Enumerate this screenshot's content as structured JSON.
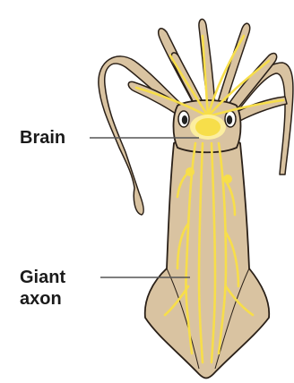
{
  "labels": {
    "brain": "Brain",
    "axon_line1": "Giant",
    "axon_line2": "axon"
  },
  "colors": {
    "body_fill": "#d9c3a1",
    "outline": "#2a2018",
    "nerve": "#f7de4a",
    "nerve_glow": "#fff3a0",
    "leader_line": "#555555",
    "eye": "#222222"
  }
}
